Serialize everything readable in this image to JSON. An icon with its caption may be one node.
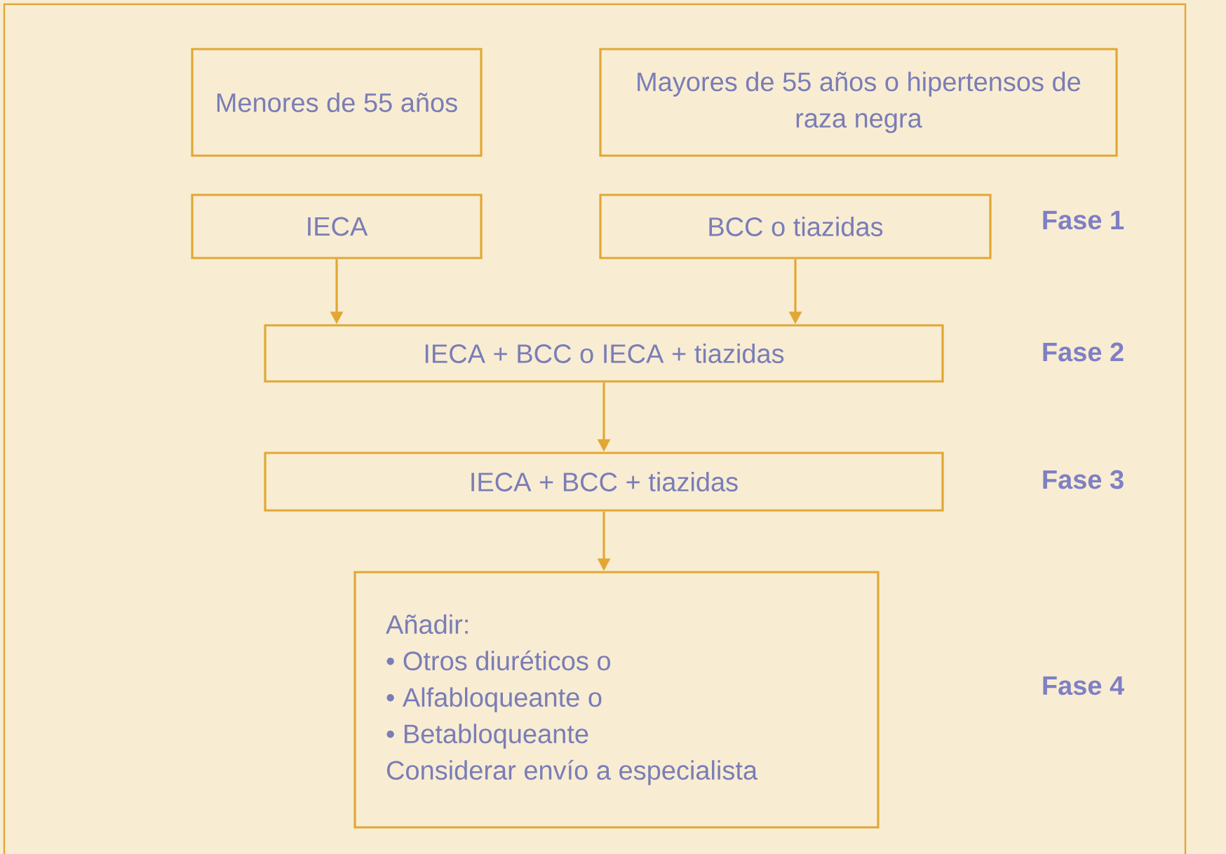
{
  "diagram": {
    "nodes": [
      {
        "text": [
          "Menores de 55 años"
        ]
      },
      {
        "text": [
          "Mayores de 55 años o hipertensos de raza negra"
        ]
      },
      {
        "text": [
          "IECA"
        ]
      },
      {
        "text": [
          "BCC o tiazidas"
        ]
      },
      {
        "text": [
          "IECA + BCC o IECA + tiazidas"
        ]
      },
      {
        "text": [
          "IECA + BCC + tiazidas"
        ]
      },
      {
        "text": [
          "Añadir:",
          "• Otros diuréticos o",
          "• Alfabloqueante o",
          "• Betabloqueante",
          "Considerar envío a especialista"
        ]
      }
    ],
    "edges": [
      {
        "from": 2,
        "to": 4,
        "arrow": "to"
      },
      {
        "from": 3,
        "to": 4,
        "arrow": "to"
      },
      {
        "from": 4,
        "to": 5,
        "arrow": "to"
      },
      {
        "from": 5,
        "to": 6,
        "arrow": "to"
      }
    ],
    "labels": [
      "Fase 1",
      "Fase 2",
      "Fase 3",
      "Fase 4"
    ]
  }
}
